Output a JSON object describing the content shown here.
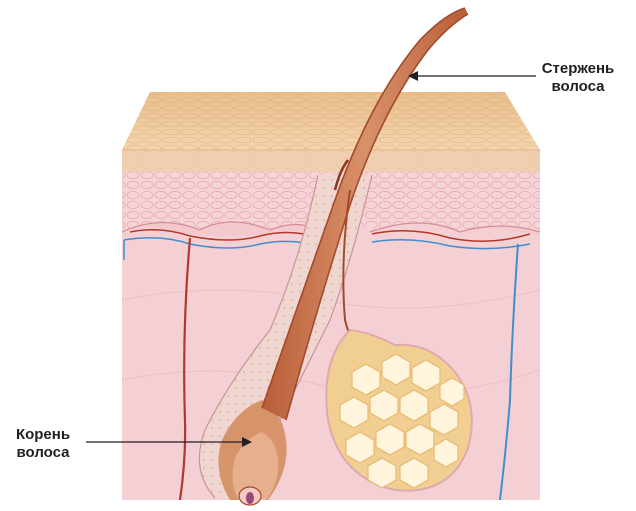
{
  "labels": {
    "shaft": {
      "line1": "Стержень",
      "line2": "волоса"
    },
    "root": {
      "line1": "Корень",
      "line2": "волоса"
    }
  },
  "colors": {
    "epidermis_top": "#e2b483",
    "epidermis_light": "#f3d7b4",
    "dermis": "#f2c9cf",
    "dermis_light": "#f7dde0",
    "hair": "#c87a52",
    "hair_dark": "#a24a2a",
    "sebaceous_gland": "#f1cf93",
    "sebaceous_cell": "#fff4dc",
    "blood_vessel_red": "#b3372c",
    "blood_vessel_blue": "#3f8fd0",
    "pointer_line": "#231f20"
  }
}
